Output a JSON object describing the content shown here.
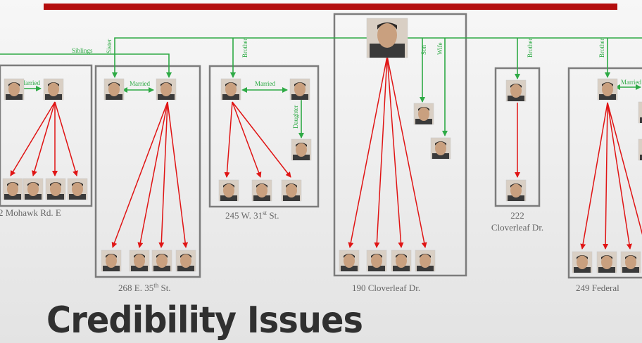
{
  "title": "Credibility Issues",
  "relations": {
    "siblings": "Siblings",
    "married": "Married",
    "sister": "Sister",
    "brother": "Brother",
    "son": "Son",
    "wife": "Wife",
    "daughter": "Daughter"
  },
  "addresses": {
    "mohawk": "2 Mohawk Rd. E",
    "e35": "268 E. 35",
    "e35_sup": "th",
    "e35_suffix": " St.",
    "w31": "245 W. 31",
    "w31_sup": "st",
    "w31_suffix": " St.",
    "cloverleaf190": "190 Cloverleaf Dr.",
    "cloverleaf222_line1": "222",
    "cloverleaf222_line2": "Cloverleaf Dr.",
    "federal": "249 Federal"
  },
  "colors": {
    "accent_bar": "#b30d0d",
    "family_link": "#2eaa45",
    "residence_link": "#e01414",
    "box_border": "#7c7c7c"
  }
}
